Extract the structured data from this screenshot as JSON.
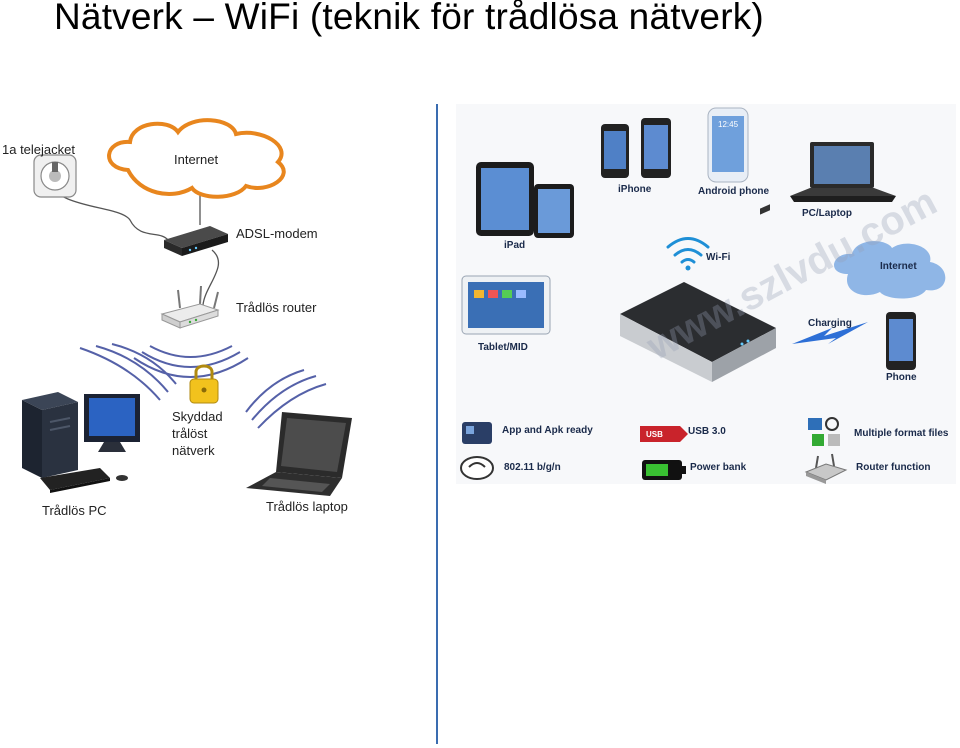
{
  "title": "Nätverk – WiFi (teknik för trådlösa nätverk)",
  "left_diagram": {
    "labels": {
      "telejack": "1a telejacket",
      "internet": "Internet",
      "modem": "ADSL-modem",
      "router": "Trådlös router",
      "secure": [
        "Skyddad",
        "trålöst",
        "nätverk"
      ],
      "pc": "Trådlös PC",
      "laptop": "Trådlös laptop"
    }
  },
  "right_diagram": {
    "labels": {
      "iphone": "iPhone",
      "android": "Android phone",
      "pc_laptop": "PC/Laptop",
      "ipad": "iPad",
      "wifi": "Wi-Fi",
      "internet": "Internet",
      "tablet": "Tablet/MID",
      "charging": "Charging",
      "phone": "Phone",
      "watermark": "www.szlvdu.com",
      "app": "App and Apk ready",
      "usb": "USB 3.0",
      "formats": "Multiple format files",
      "wifi_std": "802.11 b/g/n",
      "power": "Power bank",
      "router_fn": "Router function",
      "usb_badge": "USB",
      "screen_time": "12:45"
    }
  },
  "colors": {
    "cloud_left": "#e8861e",
    "cloud_right": "#8fb6e6",
    "divider": "#3a6cb0",
    "wifi_arc": "#5561a8",
    "wifi_logo": "#1e8fd6",
    "charging": "#2d6fd6"
  }
}
